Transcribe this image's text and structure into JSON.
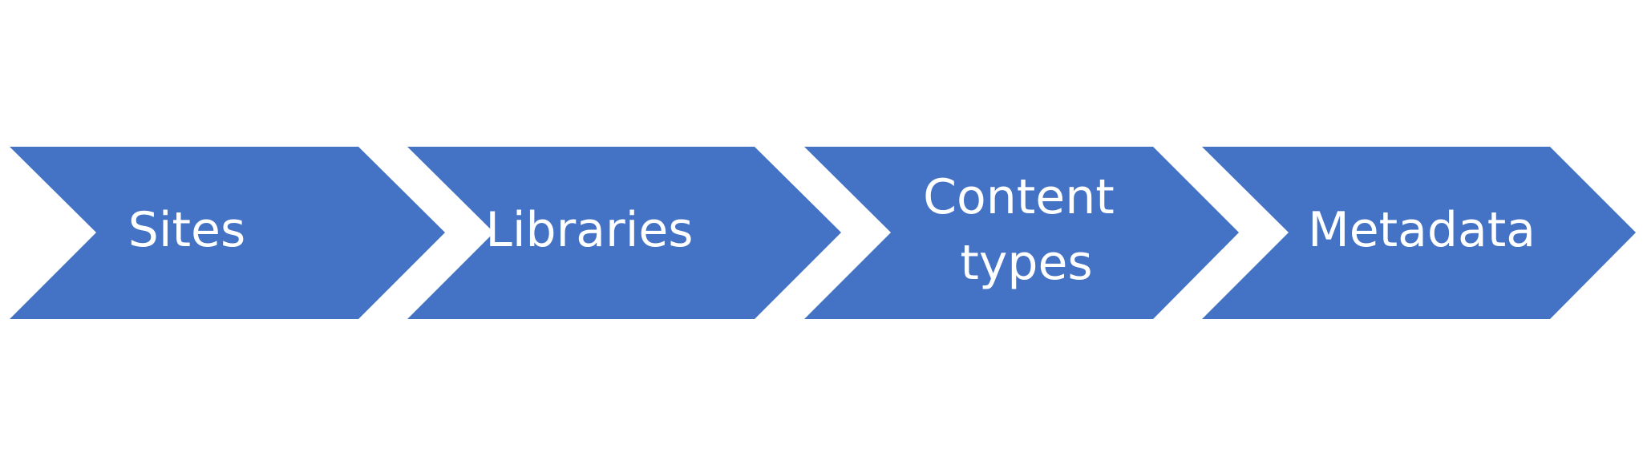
{
  "diagram": {
    "type": "chevron-process",
    "accent_color": "#4472C4",
    "text_color": "#FFFFFF",
    "steps": [
      {
        "label_lines": [
          "Sites"
        ]
      },
      {
        "label_lines": [
          "Libraries"
        ]
      },
      {
        "label_lines": [
          "Content",
          "types"
        ]
      },
      {
        "label_lines": [
          "Metadata"
        ]
      }
    ]
  }
}
